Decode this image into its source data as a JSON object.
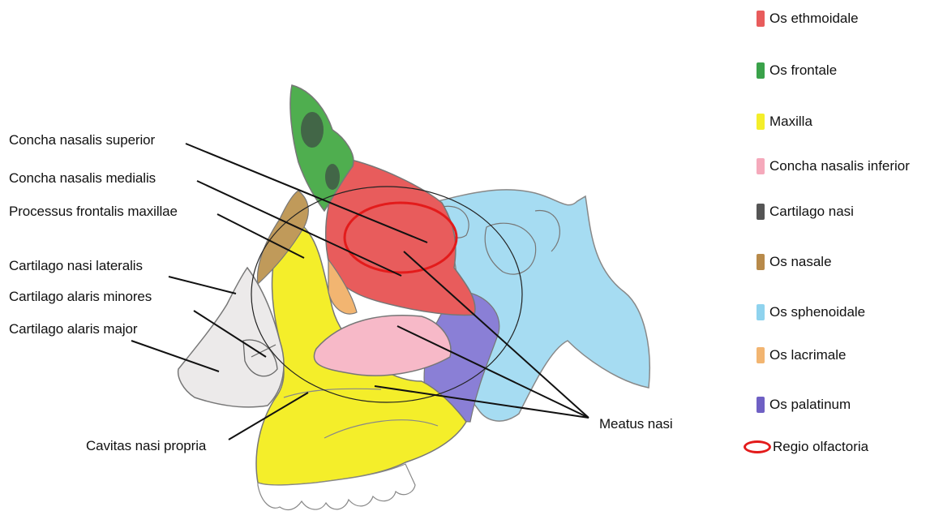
{
  "labels": {
    "concha_superior": "Concha nasalis superior",
    "concha_medialis": "Concha nasalis medialis",
    "processus_frontalis": "Processus frontalis maxillae",
    "cartilago_lateralis": "Cartilago nasi lateralis",
    "cartilago_minores": "Cartilago alaris minores",
    "cartilago_major": "Cartilago alaris major",
    "cavitas": "Cavitas nasi propria",
    "meatus": "Meatus nasi"
  },
  "legend": [
    {
      "label": "Os ethmoidale",
      "color": "#e85c5c"
    },
    {
      "label": "Os frontale",
      "color": "#3aa24a"
    },
    {
      "label": "Maxilla",
      "color": "#f4ee2a"
    },
    {
      "label": "Concha nasalis inferior",
      "color": "#f5a9bb"
    },
    {
      "label": "Cartilago nasi",
      "color": "#555555"
    },
    {
      "label": "Os nasale",
      "color": "#b88a4a"
    },
    {
      "label": "Os sphenoidale",
      "color": "#8fd3ee"
    },
    {
      "label": "Os lacrimale",
      "color": "#f2b571"
    },
    {
      "label": "Os palatinum",
      "color": "#6f60c4"
    },
    {
      "label": "Regio olfactoria",
      "color": "#e31b1b",
      "kind": "ring"
    }
  ]
}
